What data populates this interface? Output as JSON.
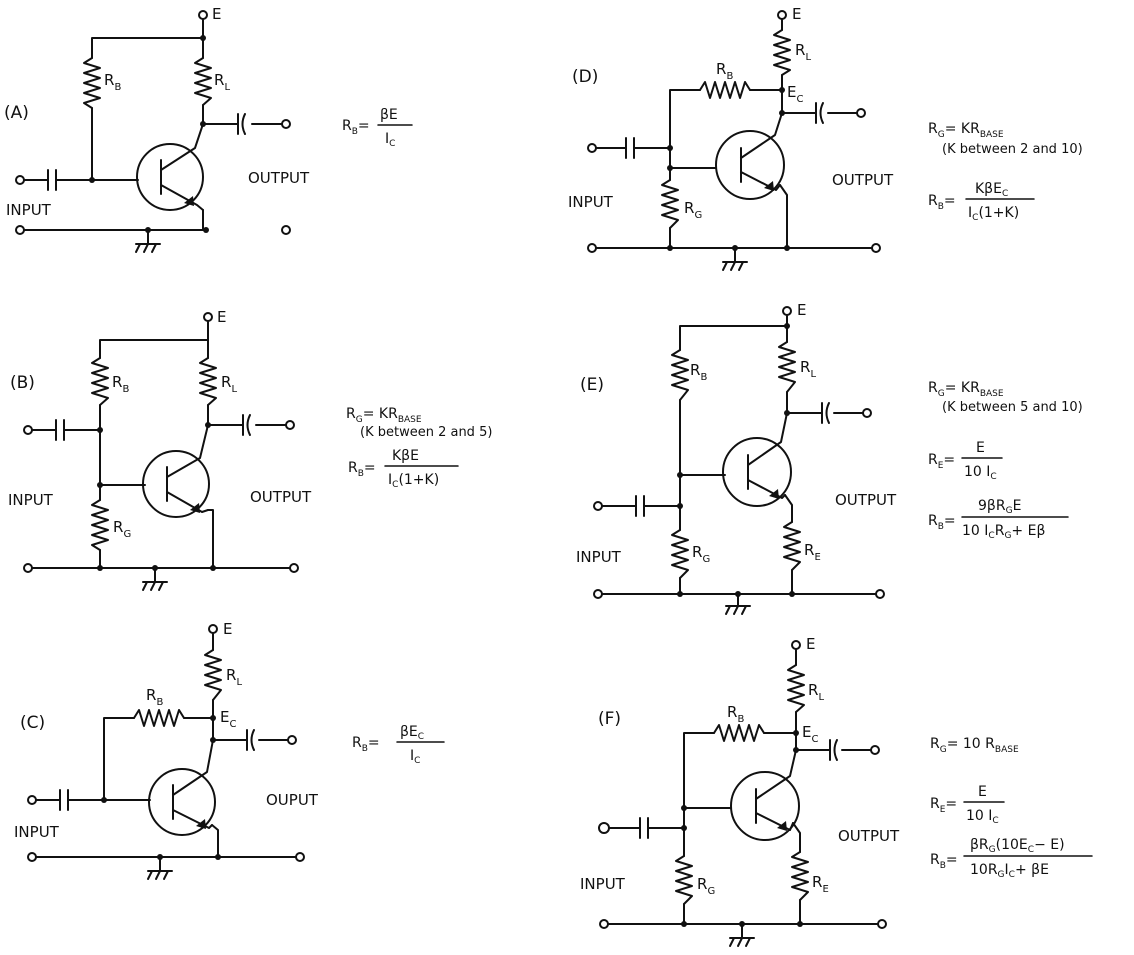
{
  "circuits": {
    "A": {
      "label": "(A)",
      "input": "INPUT",
      "output": "OUTPUT",
      "rb": "R",
      "rb_sub": "B",
      "rl": "R",
      "rl_sub": "L",
      "e": "E",
      "eq": {
        "lhs": "R",
        "lhs_sub": "B",
        "eq": "=",
        "num": "βE",
        "den": "I",
        "den_sub": "C"
      }
    },
    "B": {
      "label": "(B)",
      "input": "INPUT",
      "output": "OUTPUT",
      "rb": "R",
      "rb_sub": "B",
      "rl": "R",
      "rl_sub": "L",
      "rg": "R",
      "rg_sub": "G",
      "e": "E",
      "rg_eq": {
        "text": "R",
        "sub": "G",
        "rest": "= KR",
        "rest_sub": "BASE"
      },
      "k_note": "(K between 2 and 5)",
      "eq": {
        "lhs": "R",
        "lhs_sub": "B",
        "eq": "=",
        "num": "KβE",
        "den": "I",
        "den_sub": "C",
        "den_rest": "(1+K)"
      }
    },
    "C": {
      "label": "(C)",
      "input": "INPUT",
      "output": "OUPUT",
      "rb": "R",
      "rb_sub": "B",
      "rl": "R",
      "rl_sub": "L",
      "ec": "E",
      "ec_sub": "C",
      "e": "E",
      "eq": {
        "lhs": "R",
        "lhs_sub": "B",
        "eq": "=",
        "num": "βE",
        "num_sub": "C",
        "den": "I",
        "den_sub": "C"
      }
    },
    "D": {
      "label": "(D)",
      "input": "INPUT",
      "output": "OUTPUT",
      "rb": "R",
      "rb_sub": "B",
      "rl": "R",
      "rl_sub": "L",
      "rg": "R",
      "rg_sub": "G",
      "ec": "E",
      "ec_sub": "C",
      "e": "E",
      "rg_eq": {
        "text": "R",
        "sub": "G",
        "rest": "= KR",
        "rest_sub": "BASE"
      },
      "k_note": "(K between 2 and 10)",
      "eq": {
        "lhs": "R",
        "lhs_sub": "B",
        "eq": "=",
        "num": "KβE",
        "num_sub": "C",
        "den": "I",
        "den_sub": "C",
        "den_rest": "(1+K)"
      }
    },
    "E": {
      "label": "(E)",
      "input": "INPUT",
      "output": "OUTPUT",
      "rb": "R",
      "rb_sub": "B",
      "rl": "R",
      "rl_sub": "L",
      "rg": "R",
      "rg_sub": "G",
      "re": "R",
      "re_sub": "E",
      "e": "E",
      "rg_eq": {
        "text": "R",
        "sub": "G",
        "rest": "= KR",
        "rest_sub": "BASE"
      },
      "k_note": "(K between 5 and 10)",
      "re_eq": {
        "lhs": "R",
        "lhs_sub": "E",
        "eq": "=",
        "num": "E",
        "den": "10 I",
        "den_sub": "C"
      },
      "eq": {
        "lhs": "R",
        "lhs_sub": "B",
        "eq": "=",
        "num": "9βR",
        "num_sub": "G",
        "num_rest": "E",
        "den": "10 I",
        "den_sub": "C",
        "den_rest": "R",
        "den_sub2": "G",
        "den_rest2": "+ Eβ"
      }
    },
    "F": {
      "label": "(F)",
      "input": "INPUT",
      "output": "OUTPUT",
      "rb": "R",
      "rb_sub": "B",
      "rl": "R",
      "rl_sub": "L",
      "rg": "R",
      "rg_sub": "G",
      "re": "R",
      "re_sub": "E",
      "ec": "E",
      "ec_sub": "C",
      "e": "E",
      "rg_eq": {
        "text": "R",
        "sub": "G",
        "rest": "= 10 R",
        "rest_sub": "BASE"
      },
      "re_eq": {
        "lhs": "R",
        "lhs_sub": "E",
        "eq": "=",
        "num": "E",
        "den": "10 I",
        "den_sub": "C"
      },
      "eq": {
        "lhs": "R",
        "lhs_sub": "B",
        "eq": "=",
        "num": "βR",
        "num_sub": "G",
        "num_rest": "(10E",
        "num_sub2": "C",
        "num_rest2": "− E)",
        "den": "10R",
        "den_sub": "G",
        "den_rest": "I",
        "den_sub2": "C",
        "den_rest2": "+ βE"
      }
    }
  }
}
